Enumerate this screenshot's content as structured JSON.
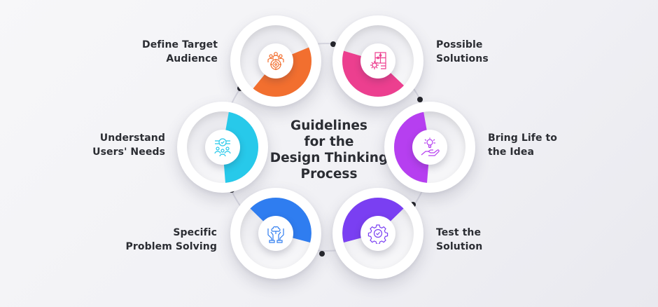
{
  "title": {
    "lines": [
      "Guidelines",
      "for the",
      "Design Thinking",
      "Process"
    ]
  },
  "steps": [
    {
      "id": "define-target-audience",
      "lines": [
        "Define Target",
        "Audience"
      ],
      "icon": "audience-target-icon",
      "color": "#f26f2f"
    },
    {
      "id": "possible-solutions",
      "lines": [
        "Possible",
        "Solutions"
      ],
      "icon": "puzzle-gear-icon",
      "color": "#ec3f8f"
    },
    {
      "id": "bring-life-to-the-idea",
      "lines": [
        "Bring Life to",
        "the Idea"
      ],
      "icon": "lightbulb-hand-icon",
      "color": "#b63ff0"
    },
    {
      "id": "test-the-solution",
      "lines": [
        "Test the",
        "Solution"
      ],
      "icon": "gear-check-icon",
      "color": "#7a3ff2"
    },
    {
      "id": "specific-problem-solving",
      "lines": [
        "Specific",
        "Problem Solving"
      ],
      "icon": "hands-cloud-icon",
      "color": "#2f7df0"
    },
    {
      "id": "understand-users-needs",
      "lines": [
        "Understand",
        "Users' Needs"
      ],
      "icon": "users-badge-icon",
      "color": "#27c9ea"
    }
  ],
  "colors": {
    "text": "#2b2d33",
    "connector": "#d9d9e2",
    "dot": "#25262b",
    "background": "#f3f3f6"
  }
}
